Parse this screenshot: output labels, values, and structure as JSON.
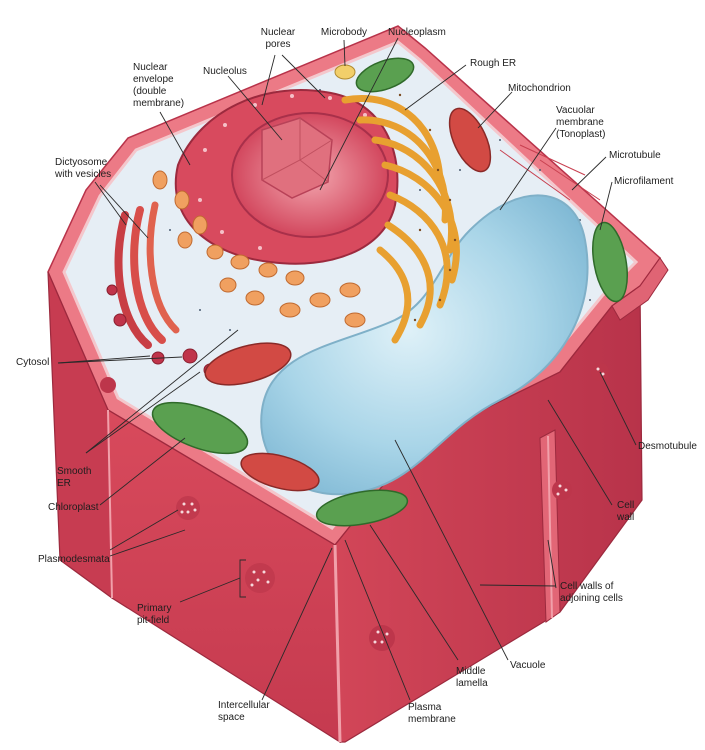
{
  "labels": {
    "nuclear_pores": "Nuclear\npores",
    "microbody": "Microbody",
    "nucleoplasm": "Nucleoplasm",
    "nuclear_envelope": "Nuclear\nenvelope\n(double\nmembrane)",
    "nucleolus": "Nucleolus",
    "rough_er": "Rough ER",
    "mitochondrion": "Mitochondrion",
    "vacuolar_membrane": "Vacuolar\nmembrane\n(Tonoplast)",
    "dictyosome": "Dictyosome\nwith vesicles",
    "microtubule": "Microtubule",
    "microfilament": "Microfilament",
    "cytosol": "Cytosol",
    "smooth_er": "Smooth\nER",
    "desmotubule": "Desmotubule",
    "chloroplast": "Chloroplast",
    "cell_wall": "Cell\nwall",
    "plasmodesmata": "Plasmodesmata",
    "cell_walls_adjoining": "Cell walls of\nadjoining cells",
    "primary_pit_field": "Primary\npit-field",
    "middle_lamella": "Middle\nlamella",
    "vacuole": "Vacuole",
    "intercellular_space": "Intercellular\nspace",
    "plasma_membrane": "Plasma\nmembrane"
  },
  "colors": {
    "wall": "#d94a5c",
    "wall_dark": "#b8334a",
    "wall_top": "#ec7a86",
    "cytoplasm": "#e6eef5",
    "vacuole": "#a8d6ea",
    "nucleus": "#d84a5e",
    "golgi": "#e8914a",
    "rough_er": "#f2b440",
    "mito": "#d24a44",
    "chloroplast": "#5aa050",
    "leader": "#2a2a2a"
  }
}
